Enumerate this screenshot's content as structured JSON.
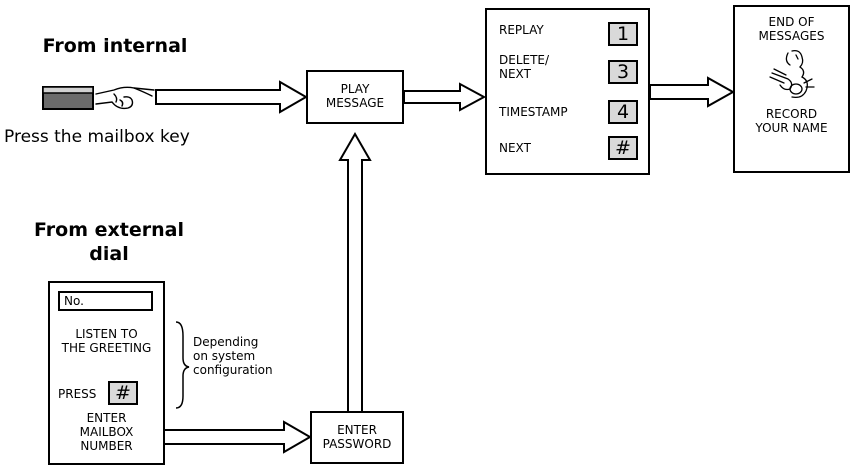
{
  "internal": {
    "heading": "From internal",
    "caption": "Press the mailbox key"
  },
  "external": {
    "heading_line1": "From external",
    "heading_line2": "dial",
    "no_label": "No.",
    "listen_line1": "LISTEN TO",
    "listen_line2": "THE GREETING",
    "press_label": "PRESS",
    "press_key": "#",
    "enter_line1": "ENTER",
    "enter_line2": "MAILBOX",
    "enter_line3": "NUMBER",
    "note_line1": "Depending",
    "note_line2": "on system",
    "note_line3": "configuration"
  },
  "play_box": {
    "line1": "PLAY",
    "line2": "MESSAGE"
  },
  "password_box": {
    "line1": "ENTER",
    "line2": "PASSWORD"
  },
  "options": [
    {
      "label_line1": "REPLAY",
      "label_line2": "",
      "key": "1"
    },
    {
      "label_line1": "DELETE/",
      "label_line2": "NEXT",
      "key": "3"
    },
    {
      "label_line1": "TIMESTAMP",
      "label_line2": "",
      "key": "4"
    },
    {
      "label_line1": "NEXT",
      "label_line2": "",
      "key": "#"
    }
  ],
  "end_box": {
    "line1": "END OF",
    "line2": "MESSAGES",
    "line3": "RECORD",
    "line4": "YOUR NAME"
  },
  "colors": {
    "stroke": "#000000",
    "key_fill": "#d9d9d9",
    "mailbox_key_fill": "#6b6b6b"
  },
  "icons": [
    "mailbox-key-icon",
    "finger-press-icon",
    "speaking-person-icon"
  ]
}
